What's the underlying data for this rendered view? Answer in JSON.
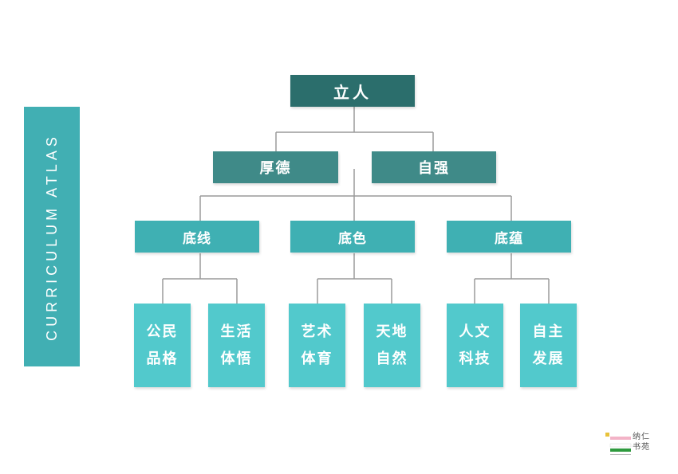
{
  "sidebar": {
    "title": "CURRICULUM  ATLAS"
  },
  "tree": {
    "root": "立人",
    "level1": [
      "厚德",
      "自强"
    ],
    "level2": [
      "底线",
      "底色",
      "底蕴"
    ],
    "level3": [
      {
        "line1": "公民",
        "line2": "品格"
      },
      {
        "line1": "生活",
        "line2": "体悟"
      },
      {
        "line1": "艺术",
        "line2": "体育"
      },
      {
        "line1": "天地",
        "line2": "自然"
      },
      {
        "line1": "人文",
        "line2": "科技"
      },
      {
        "line1": "自主",
        "line2": "发展"
      }
    ]
  },
  "logo": {
    "line1": "纳仁",
    "line2": "书苑"
  },
  "colors": {
    "root": "#2b6e6c",
    "level1": "#3f8a88",
    "level2": "#3fb0b3",
    "level3": "#52c9cc",
    "sidebar": "#41afb3",
    "connector": "#9a9a9a"
  }
}
